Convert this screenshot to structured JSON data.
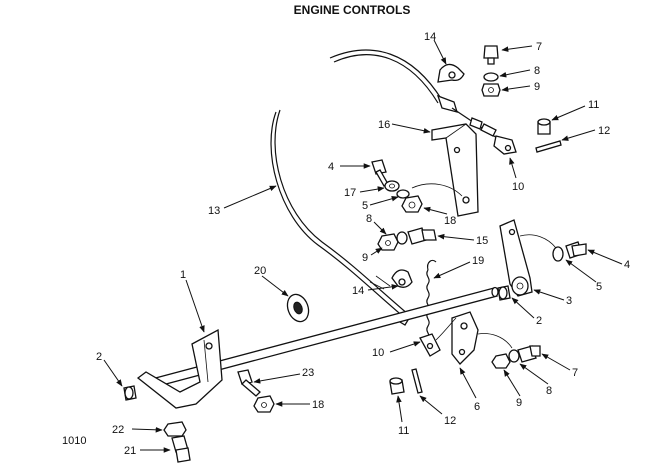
{
  "title": "ENGINE CONTROLS",
  "figure_number": "1010",
  "colors": {
    "ink": "#111111",
    "paper": "#ffffff"
  },
  "labels": {
    "l1": "1",
    "l2a": "2",
    "l2b": "2",
    "l3": "3",
    "l4a": "4",
    "l4b": "4",
    "l5a": "5",
    "l5b": "5",
    "l6": "6",
    "l7a": "7",
    "l7b": "7",
    "l8a": "8",
    "l8b": "8",
    "l8c": "8",
    "l9a": "9",
    "l9b": "9",
    "l9c": "9",
    "l10a": "10",
    "l10b": "10",
    "l11a": "11",
    "l11b": "11",
    "l12a": "12",
    "l12b": "12",
    "l13": "13",
    "l14a": "14",
    "l14b": "14",
    "l15": "15",
    "l16": "16",
    "l17": "17",
    "l18a": "18",
    "l18b": "18",
    "l19": "19",
    "l20": "20",
    "l21": "21",
    "l22": "22",
    "l23": "23"
  }
}
